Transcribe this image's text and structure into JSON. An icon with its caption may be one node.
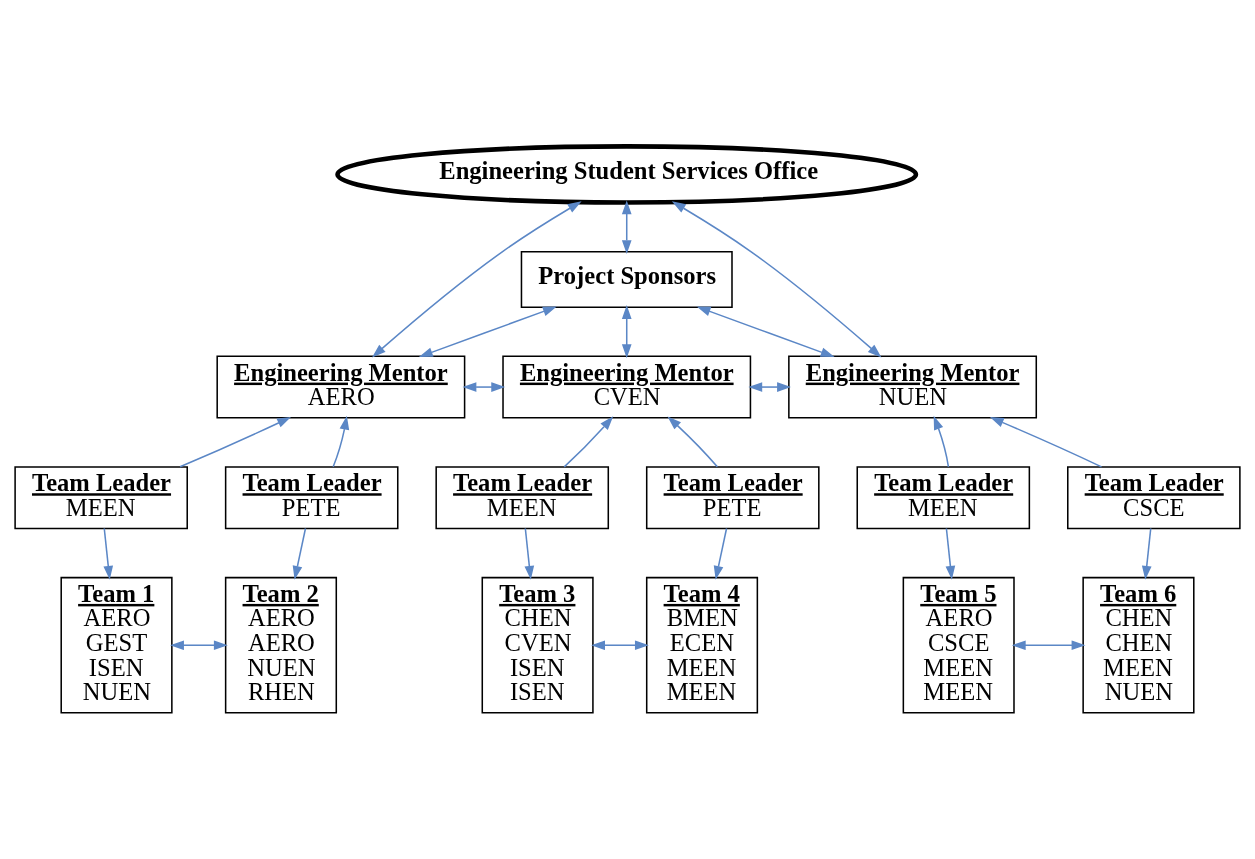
{
  "diagram": {
    "nodes": [
      {
        "text": [
          "Engineering Student Services Office"
        ]
      },
      {
        "text": [
          "Project Sponsors"
        ]
      },
      {
        "text": [
          "Engineering Mentor",
          "AERO"
        ]
      },
      {
        "text": [
          "Engineering Mentor",
          "CVEN"
        ]
      },
      {
        "text": [
          "Engineering Mentor",
          "NUEN"
        ]
      },
      {
        "text": [
          "Team Leader",
          "MEEN"
        ]
      },
      {
        "text": [
          "Team Leader",
          "PETE"
        ]
      },
      {
        "text": [
          "Team Leader",
          "MEEN"
        ]
      },
      {
        "text": [
          "Team Leader",
          "PETE"
        ]
      },
      {
        "text": [
          "Team Leader",
          "MEEN"
        ]
      },
      {
        "text": [
          "Team Leader",
          "CSCE"
        ]
      },
      {
        "text": [
          "Team 1",
          "AERO",
          "GEST",
          "ISEN",
          "NUEN"
        ]
      },
      {
        "text": [
          "Team 2",
          "AERO",
          "AERO",
          "NUEN",
          "RHEN"
        ]
      },
      {
        "text": [
          "Team 3",
          "CHEN",
          "CVEN",
          "ISEN",
          "ISEN"
        ]
      },
      {
        "text": [
          "Team 4",
          "BMEN",
          "ECEN",
          "MEEN",
          "MEEN"
        ]
      },
      {
        "text": [
          "Team 5",
          "AERO",
          "CSCE",
          "MEEN",
          "MEEN"
        ]
      },
      {
        "text": [
          "Team 6",
          "CHEN",
          "CHEN",
          "MEEN",
          "NUEN"
        ]
      }
    ],
    "edges": [
      {
        "from": 0,
        "to": 2,
        "arrow": "both"
      },
      {
        "from": 0,
        "to": 4,
        "arrow": "both"
      },
      {
        "from": 0,
        "to": 1,
        "arrow": "both"
      },
      {
        "from": 1,
        "to": 2,
        "arrow": "both"
      },
      {
        "from": 1,
        "to": 3,
        "arrow": "both"
      },
      {
        "from": 1,
        "to": 4,
        "arrow": "both"
      },
      {
        "from": 2,
        "to": 3,
        "arrow": "both"
      },
      {
        "from": 3,
        "to": 4,
        "arrow": "both"
      },
      {
        "from": 5,
        "to": 2,
        "arrow": "to"
      },
      {
        "from": 6,
        "to": 2,
        "arrow": "to"
      },
      {
        "from": 7,
        "to": 3,
        "arrow": "to"
      },
      {
        "from": 8,
        "to": 3,
        "arrow": "to"
      },
      {
        "from": 9,
        "to": 4,
        "arrow": "to"
      },
      {
        "from": 10,
        "to": 4,
        "arrow": "to"
      },
      {
        "from": 5,
        "to": 11,
        "arrow": "to"
      },
      {
        "from": 6,
        "to": 12,
        "arrow": "to"
      },
      {
        "from": 7,
        "to": 13,
        "arrow": "to"
      },
      {
        "from": 8,
        "to": 14,
        "arrow": "to"
      },
      {
        "from": 9,
        "to": 15,
        "arrow": "to"
      },
      {
        "from": 10,
        "to": 16,
        "arrow": "to"
      },
      {
        "from": 11,
        "to": 12,
        "arrow": "both"
      },
      {
        "from": 13,
        "to": 14,
        "arrow": "both"
      },
      {
        "from": 15,
        "to": 16,
        "arrow": "both"
      }
    ]
  }
}
